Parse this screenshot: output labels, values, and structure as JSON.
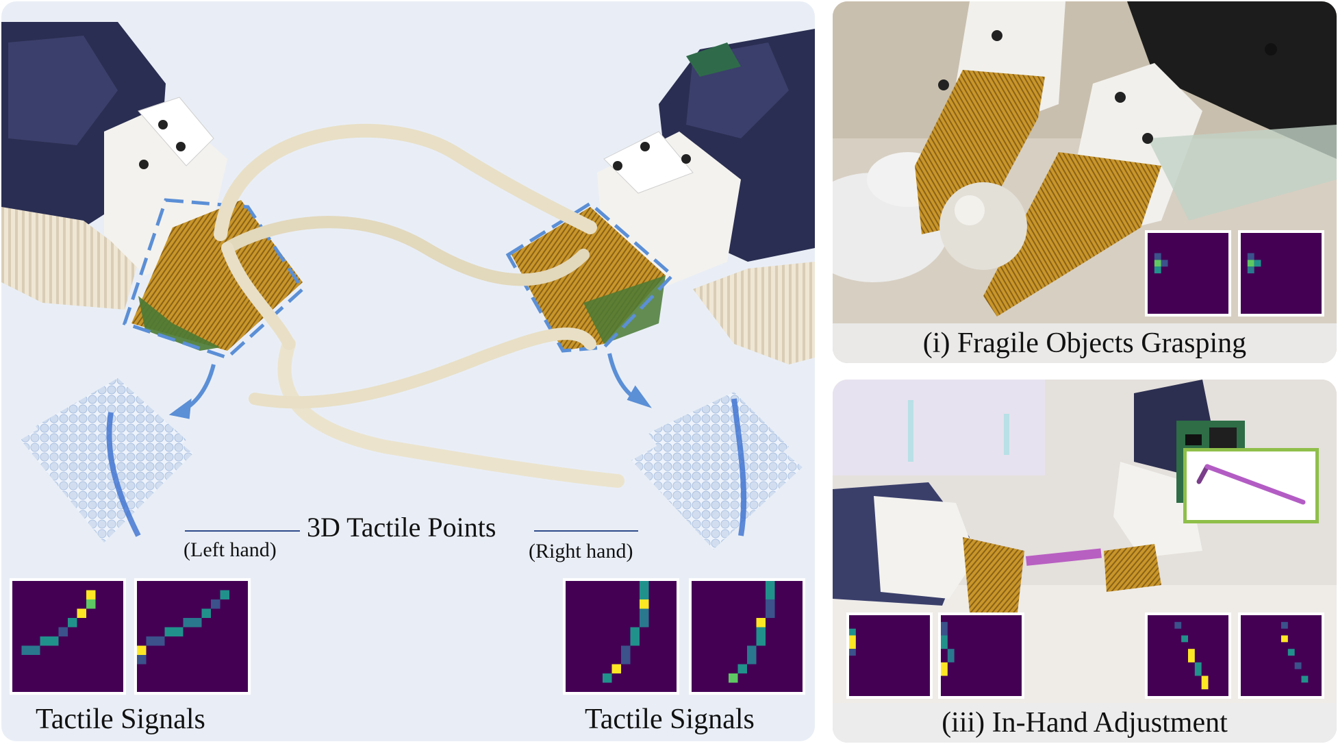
{
  "main": {
    "center_label": "3D Tactile Points",
    "left_hand_label": "(Left hand)",
    "right_hand_label": "(Right hand)",
    "left_signals_label": "Tactile Signals",
    "right_signals_label": "Tactile Signals"
  },
  "panel_i": {
    "caption": "(i) Fragile Objects Grasping"
  },
  "panel_iii": {
    "caption": "(iii) In-Hand Adjustment"
  },
  "colors": {
    "heatmap_background": "#440154",
    "heatmap_mid": "#21918c",
    "heatmap_high": "#fde725",
    "highlight_box": "#5b8fd6",
    "inset_border": "#8fbf4a"
  }
}
